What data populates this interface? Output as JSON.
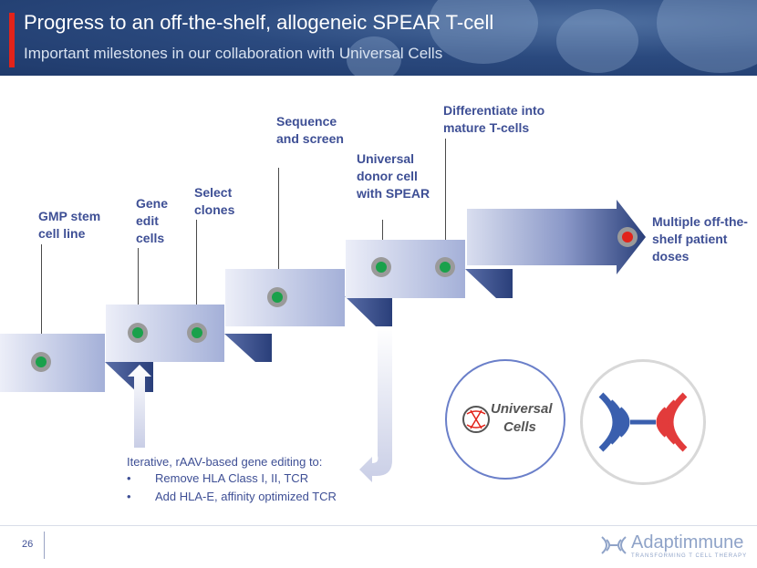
{
  "header": {
    "title": "Progress to an off-the-shelf, allogeneic SPEAR T-cell",
    "subtitle": "Important milestones in our collaboration with Universal Cells"
  },
  "steps": {
    "gmp": "GMP stem cell line",
    "gene_edit": "Gene edit cells",
    "select": "Select clones",
    "sequence": "Sequence and screen",
    "universal_donor": "Universal donor cell with SPEAR",
    "differentiate": "Differentiate into mature T-cells",
    "multiple": "Multiple off-the-shelf patient doses"
  },
  "gene_editing": {
    "intro": "Iterative, rAAV-based gene editing to:",
    "bullet_char": "•",
    "items": [
      "Remove HLA Class I, II, TCR",
      "Add HLA-E, affinity optimized TCR"
    ]
  },
  "logos": {
    "universal_cells_line1": "Universal",
    "universal_cells_line2": "Cells",
    "adaptimmune_icon": "adaptimmune-monogram-icon"
  },
  "footer": {
    "page_number": "26",
    "brand": "Adaptimmune",
    "tagline": "TRANSFORMING T CELL THERAPY"
  },
  "colors": {
    "label_blue": "#3e4f95",
    "accent_red": "#e2231a",
    "dot_green": "#1aa14b",
    "arrow_navy": "#2a3f7a",
    "logo_red": "#e23b3b",
    "logo_blue": "#3a5fae"
  }
}
